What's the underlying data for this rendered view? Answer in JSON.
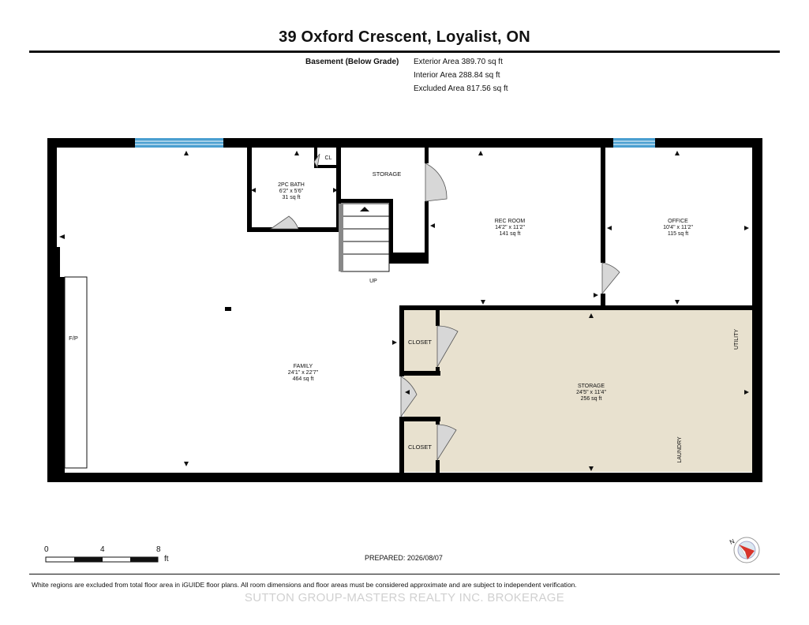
{
  "header": {
    "title": "39 Oxford Crescent, Loyalist, ON",
    "floor_label": "Basement (Below Grade)",
    "areas": [
      "Exterior Area 389.70 sq ft",
      "Interior Area 288.84 sq ft",
      "Excluded Area 817.56 sq ft"
    ]
  },
  "rooms": {
    "bath": {
      "name": "2PC BATH",
      "dims": "6'2\" x 5'6\"",
      "area": "31 sq ft"
    },
    "cl": {
      "name": "CL"
    },
    "storage_small": {
      "name": "STORAGE"
    },
    "rec": {
      "name": "REC ROOM",
      "dims": "14'2\" x 11'2\"",
      "area": "141 sq ft"
    },
    "office": {
      "name": "OFFICE",
      "dims": "10'4\" x 11'2\"",
      "area": "115 sq ft"
    },
    "family": {
      "name": "FAMILY",
      "dims": "24'1\" x 22'7\"",
      "area": "464 sq ft"
    },
    "fp": {
      "name": "F/P"
    },
    "closet1": {
      "name": "CLOSET"
    },
    "closet2": {
      "name": "CLOSET"
    },
    "storage_main": {
      "name": "STORAGE",
      "dims": "24'5\" x 11'4\"",
      "area": "256 sq ft"
    },
    "utility": {
      "name": "UTILITY"
    },
    "laundry": {
      "name": "LAUNDRY"
    },
    "stairs": {
      "name": "UP"
    }
  },
  "colors": {
    "wall": "#000000",
    "window": "#4a9fd0",
    "storage_fill": "#e8e1cf",
    "door_fill": "#d7d7d7"
  },
  "scale": {
    "ticks": [
      "0",
      "4",
      "8"
    ],
    "unit": "ft"
  },
  "compass": {
    "label": "N"
  },
  "footer": {
    "prepared": "PREPARED: 2026/08/07",
    "disclaimer": "White regions are excluded from total floor area in iGUIDE floor plans. All room dimensions and floor areas must be considered approximate and are subject to independent verification.",
    "watermark": "SUTTON GROUP-MASTERS REALTY INC. BROKERAGE"
  }
}
